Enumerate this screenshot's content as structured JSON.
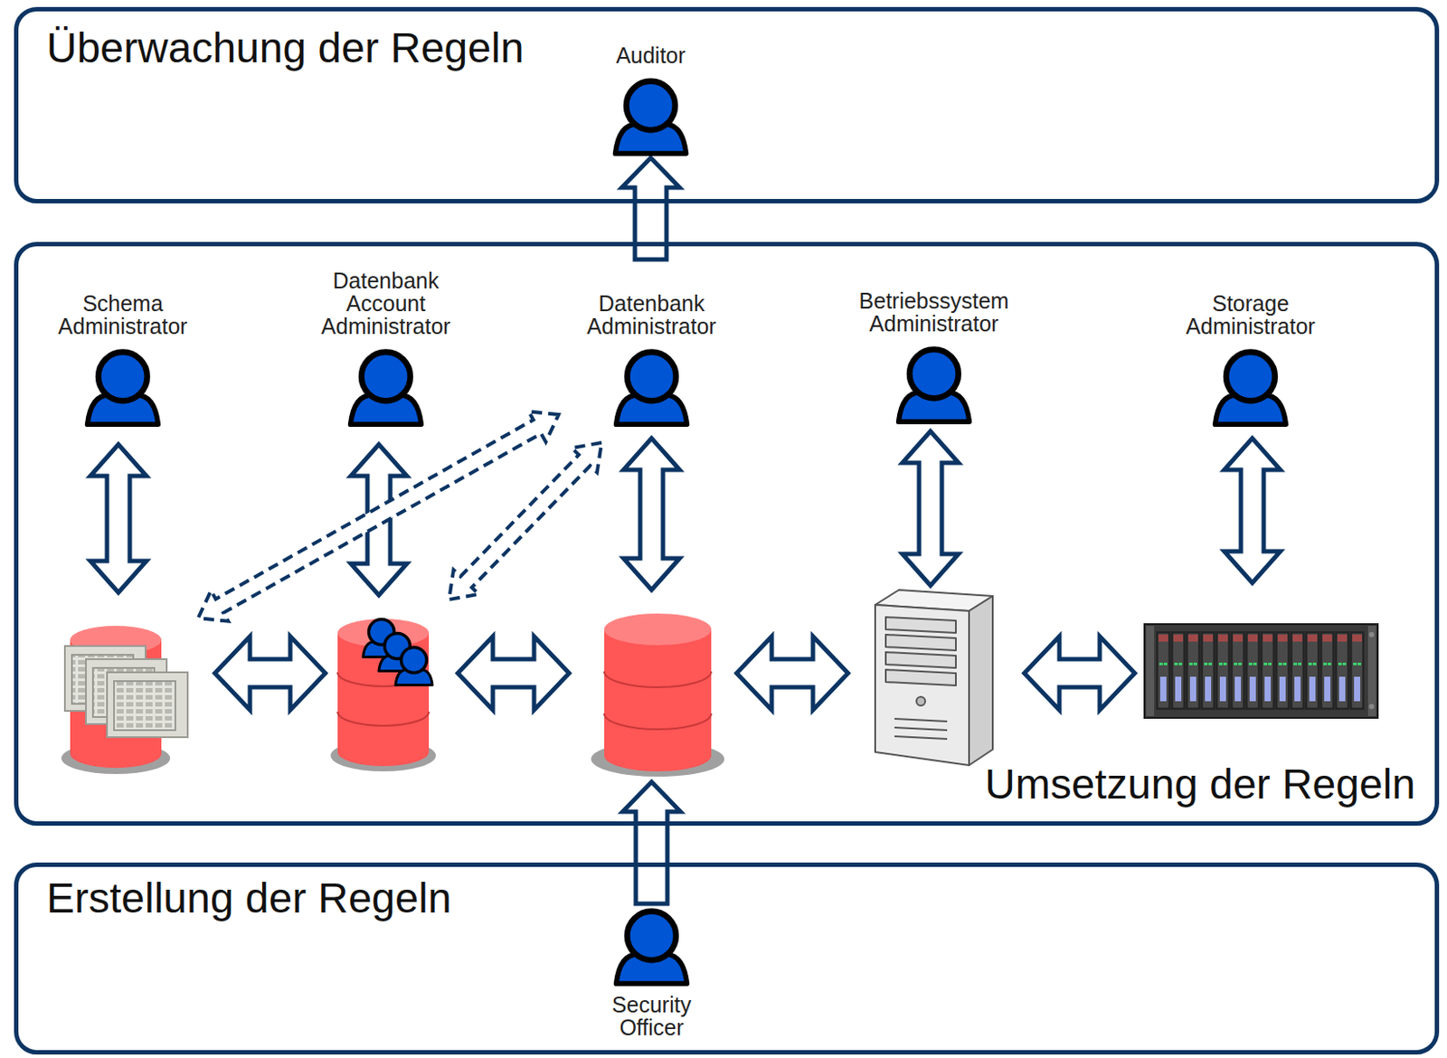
{
  "diagram": {
    "nodes": [
      {
        "text": [
          "Überwachung der Regeln"
        ]
      },
      {
        "text": [
          "Auditor"
        ],
        "in": 0
      },
      {
        "text": [
          "Umsetzung der Regeln"
        ]
      },
      {
        "text": [
          "Schema Administrator"
        ],
        "in": 2
      },
      {
        "text": [
          "Datenbank Account Administrator"
        ],
        "in": 2
      },
      {
        "text": [
          "Datenbank Administrator"
        ],
        "in": 2
      },
      {
        "text": [
          "Betriebssystem Administrator"
        ],
        "in": 2
      },
      {
        "text": [
          "Storage Administrator"
        ],
        "in": 2
      },
      {
        "text": [
          "Erstellung der Regeln"
        ]
      },
      {
        "text": [
          "Security Officer"
        ],
        "in": 8
      }
    ],
    "edges": [
      {
        "from": 2,
        "to": 1,
        "arrow": "to"
      },
      {
        "from": 9,
        "to": 2,
        "arrow": "to"
      }
    ]
  }
}
